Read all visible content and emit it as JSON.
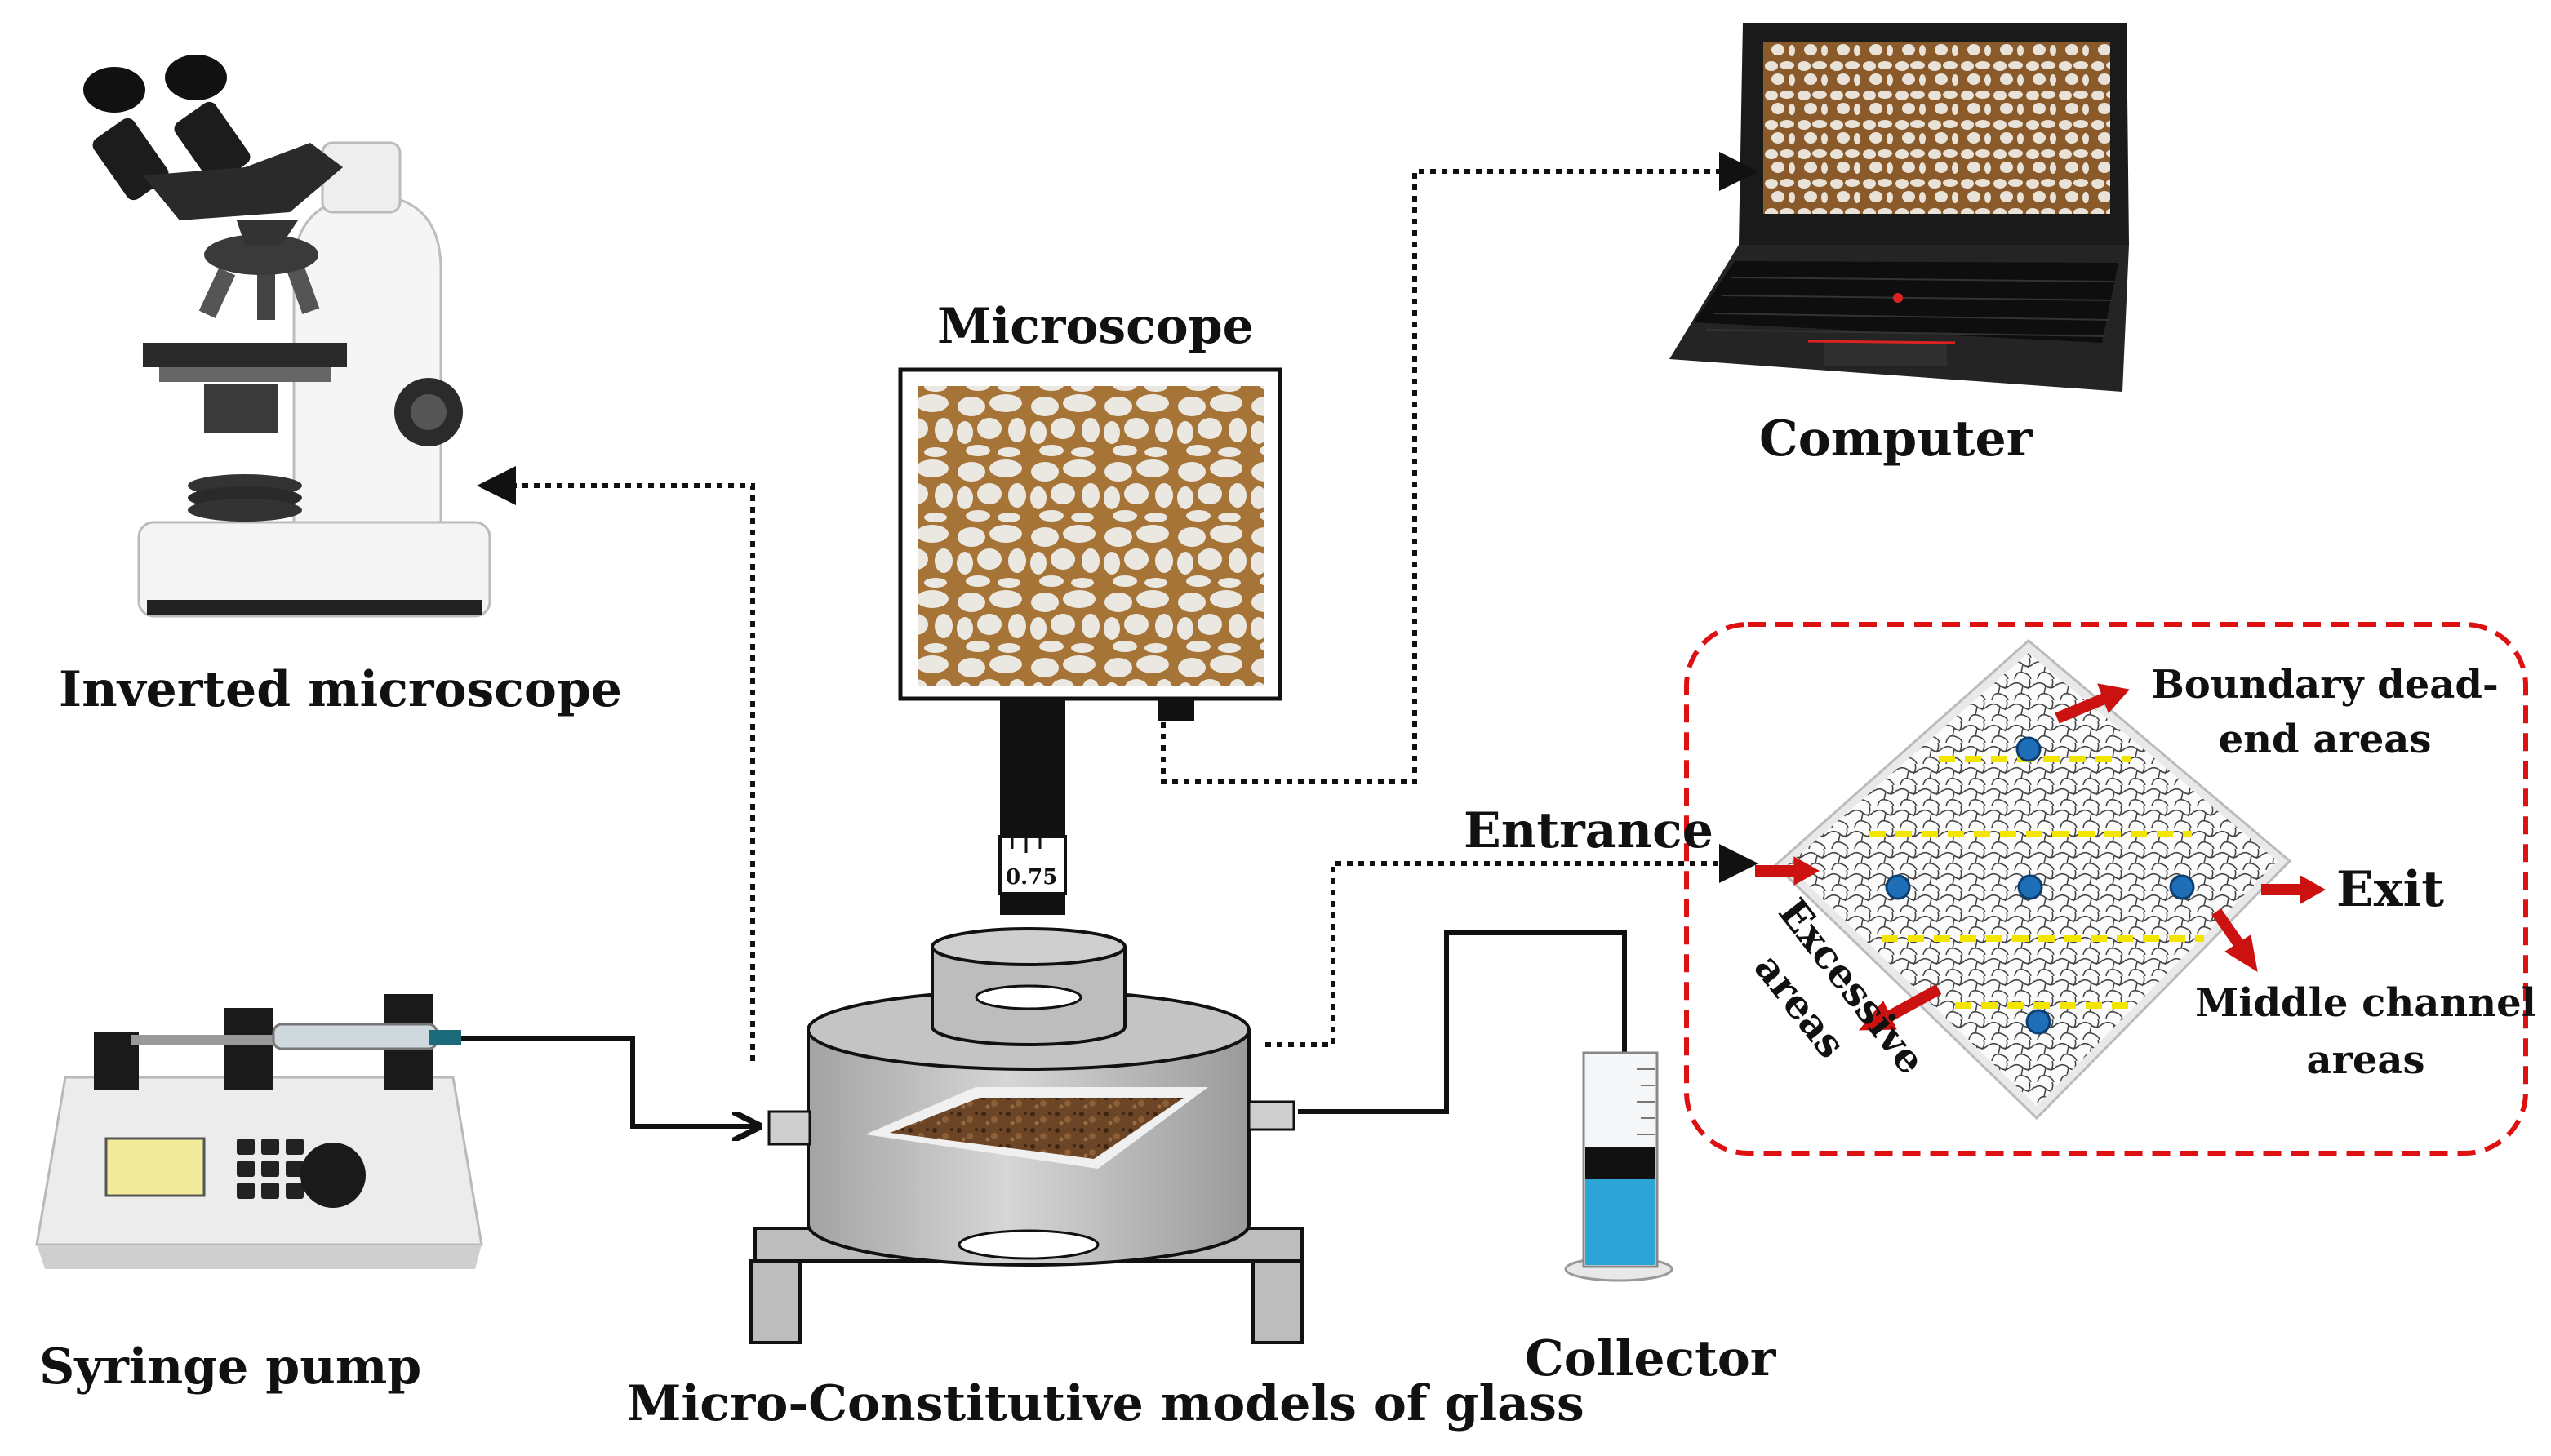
{
  "labels": {
    "inverted_microscope": "Inverted microscope",
    "microscope": "Microscope",
    "computer": "Computer",
    "syringe_pump": "Syringe pump",
    "model": "Micro-Constitutive models of glass",
    "collector": "Collector",
    "entrance": "Entrance",
    "exit": "Exit",
    "boundary_line1": "Boundary dead-",
    "boundary_line2": "end areas",
    "middle_line1": "Middle channel",
    "middle_line2": "areas",
    "excessive_line1": "Excessive",
    "excessive_line2": "areas",
    "scale_value": "0.75"
  },
  "colors": {
    "pore_medium": "#a57436",
    "grain": "#ebe8e2",
    "highlight_border": "#dd1111",
    "arrow_red": "#cc1111",
    "divider_yellow": "#f2e600",
    "marker_blue": "#1f6fb8",
    "fluid_blue": "#2ca5d6",
    "vessel_gray": "#b9b9b9"
  },
  "icons": [
    "microscope-icon",
    "laptop-icon",
    "syringe-pump-icon",
    "graduated-cylinder-icon",
    "sample-holder-icon"
  ]
}
